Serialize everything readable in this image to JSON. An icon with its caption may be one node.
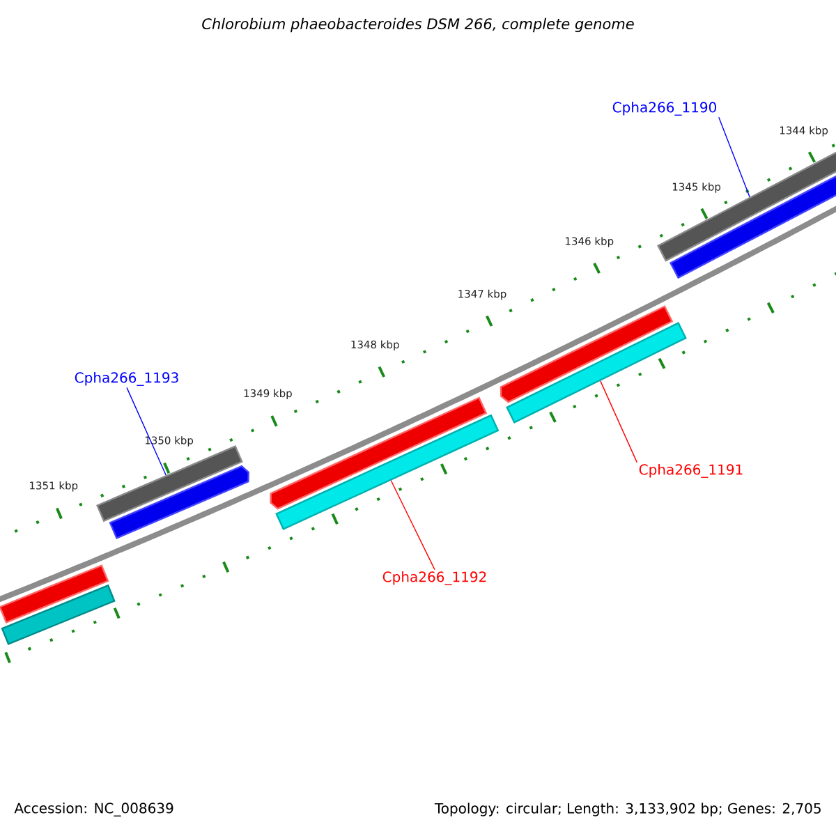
{
  "diagram": {
    "title": "Chlorobium phaeobacteroides DSM 266, complete genome",
    "nodes": [
      {
        "text": [
          "Cpha266_1190"
        ]
      },
      {
        "text": [],
        "shape": "bar"
      },
      {
        "text": [
          "Cpha266_1193"
        ]
      },
      {
        "text": [],
        "shape": "bar"
      },
      {
        "text": [
          "Cpha266_1191"
        ]
      },
      {
        "text": [],
        "shape": "bar"
      },
      {
        "text": [
          "Cpha266_1192"
        ]
      },
      {
        "text": [],
        "shape": "bar"
      },
      {
        "text": [],
        "shape": "bar"
      },
      {
        "text": [],
        "shape": "bar"
      },
      {
        "text": [],
        "shape": "bar"
      },
      {
        "text": [],
        "shape": "bar"
      },
      {
        "text": [],
        "shape": "bar"
      },
      {
        "text": [],
        "shape": "bar"
      }
    ],
    "edges": [
      {
        "from": 0,
        "to": 1,
        "arrow": "none",
        "color": "#0000ff"
      },
      {
        "from": 2,
        "to": 3,
        "arrow": "none",
        "color": "#0000ff"
      },
      {
        "from": 4,
        "to": 5,
        "arrow": "none",
        "color": "#ff0000"
      },
      {
        "from": 6,
        "to": 7,
        "arrow": "none",
        "color": "#ff0000"
      }
    ],
    "labels": [
      "1344 kbp",
      "1345 kbp",
      "1346 kbp",
      "1347 kbp",
      "1348 kbp",
      "1349 kbp",
      "1350 kbp",
      "1351 kbp",
      "Accession: NC_008639",
      "Topology: circular; Length: 3,133,902 bp; Genes: 2,705"
    ]
  }
}
